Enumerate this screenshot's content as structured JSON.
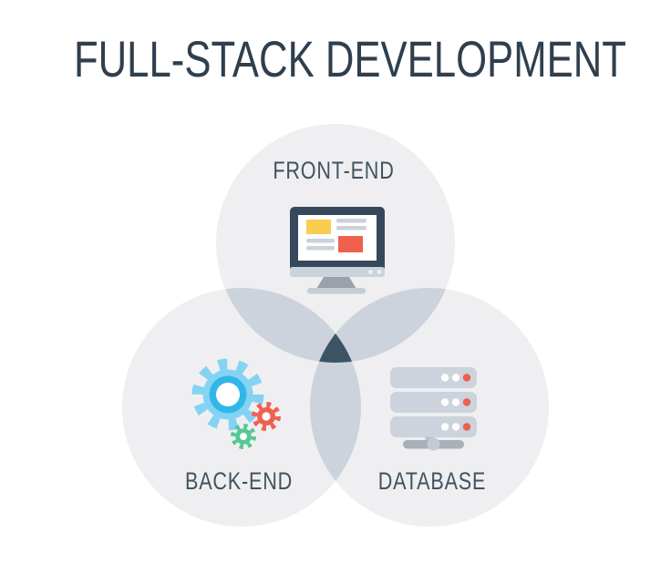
{
  "title": "FULL-STACK DEVELOPMENT",
  "diagram": {
    "type": "venn",
    "sets": [
      {
        "id": "front-end",
        "label": "FRONT-END",
        "icon": "monitor-icon"
      },
      {
        "id": "back-end",
        "label": "BACK-END",
        "icon": "gears-icon"
      },
      {
        "id": "database",
        "label": "DATABASE",
        "icon": "server-icon"
      }
    ]
  },
  "colors": {
    "background": "#ffffff",
    "title_text": "#2f3f4e",
    "label_text": "#42525f",
    "circle_fill": "#efeff1",
    "overlap_fill": "#ccd3dd",
    "triple_overlap_fill": "#3d5466",
    "monitor_frame": "#36495c",
    "monitor_screen": "#ffffff",
    "monitor_yellow": "#f9ce4e",
    "monitor_red": "#f0604d",
    "monitor_gray_bar": "#ccd2da",
    "monitor_chin": "#cdd3da",
    "monitor_dot": "#eef1f3",
    "monitor_neck": "#99a2ab",
    "monitor_base": "#c7cdd4",
    "gear_blue": "#85d3f3",
    "gear_blue_ring": "#31b6e9",
    "gear_red": "#ee6150",
    "gear_green": "#55c795",
    "gear_hole": "#ffffff",
    "server_slab": "#ccd3dd",
    "server_dot_white": "#fdfdfe",
    "server_dot_red": "#ed5f4e",
    "server_neck": "#b9c0c8",
    "server_bar": "#a9b0b8",
    "server_hub": "#c5cbd2"
  }
}
